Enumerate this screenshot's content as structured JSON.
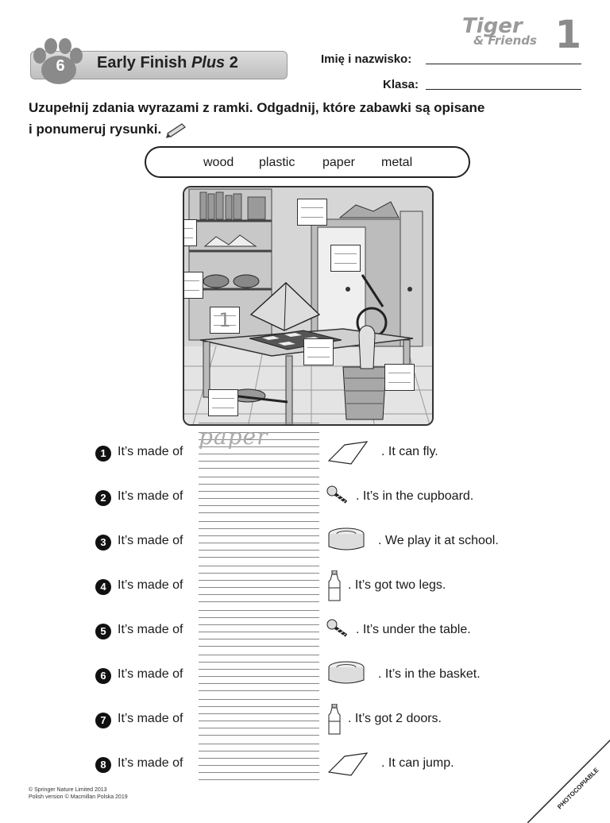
{
  "brand": {
    "line1": "Tiger",
    "line2": "& Friends",
    "level": "1"
  },
  "header": {
    "unit_number": "6",
    "title_prefix": "Early Finish ",
    "title_italic": "Plus",
    "title_suffix": " 2",
    "name_label": "Imię i nazwisko:",
    "class_label": "Klasa:"
  },
  "instruction_line1": "Uzupełnij zdania wyrazami z ramki. Odgadnij, które zabawki są opisane",
  "instruction_line2": "i ponumeruj rysunki.",
  "word_box": [
    "wood",
    "plastic",
    "paper",
    "metal"
  ],
  "scene": {
    "example_label": "1"
  },
  "sentences": [
    {
      "number": "1",
      "lead": "It’s made of",
      "example": "paper",
      "material_icon": "paper-icon",
      "clue": ". It can fly."
    },
    {
      "number": "2",
      "lead": "It’s made of",
      "example": "",
      "material_icon": "metal-screw-icon",
      "clue": ". It’s in the cupboard."
    },
    {
      "number": "3",
      "lead": "It’s made of",
      "example": "",
      "material_icon": "wood-log-icon",
      "clue": ". We play it at school."
    },
    {
      "number": "4",
      "lead": "It’s made of",
      "example": "",
      "material_icon": "plastic-bottle-icon",
      "clue": ". It’s got two legs."
    },
    {
      "number": "5",
      "lead": "It’s made of",
      "example": "",
      "material_icon": "metal-screw-icon",
      "clue": ". It’s under the table."
    },
    {
      "number": "6",
      "lead": "It’s made of",
      "example": "",
      "material_icon": "wood-log-icon",
      "clue": ". It’s in the basket."
    },
    {
      "number": "7",
      "lead": "It’s made of",
      "example": "",
      "material_icon": "plastic-bottle-icon",
      "clue": ". It’s got 2 doors."
    },
    {
      "number": "8",
      "lead": "It’s made of",
      "example": "",
      "material_icon": "paper-icon",
      "clue": ". It can jump."
    }
  ],
  "footer": {
    "copyright1": "© Springer Nature Limited 2013",
    "copyright2": "Polish version © Macmillan Polska 2019",
    "photocopiable": "PHOTOCOPIABLE"
  }
}
